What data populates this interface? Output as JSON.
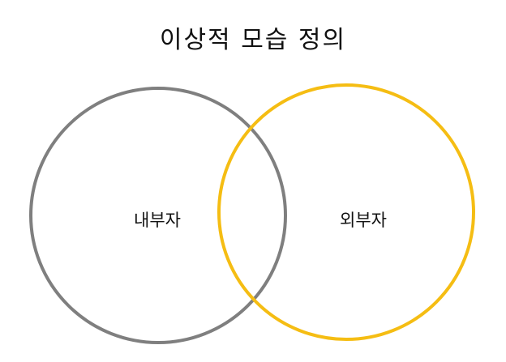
{
  "title": "이상적 모습 정의",
  "circles": [
    {
      "label": "내부자",
      "stroke_color": "#7f7f7f"
    },
    {
      "label": "외부자",
      "stroke_color": "#f5bd13"
    }
  ],
  "background_color": "#ffffff"
}
